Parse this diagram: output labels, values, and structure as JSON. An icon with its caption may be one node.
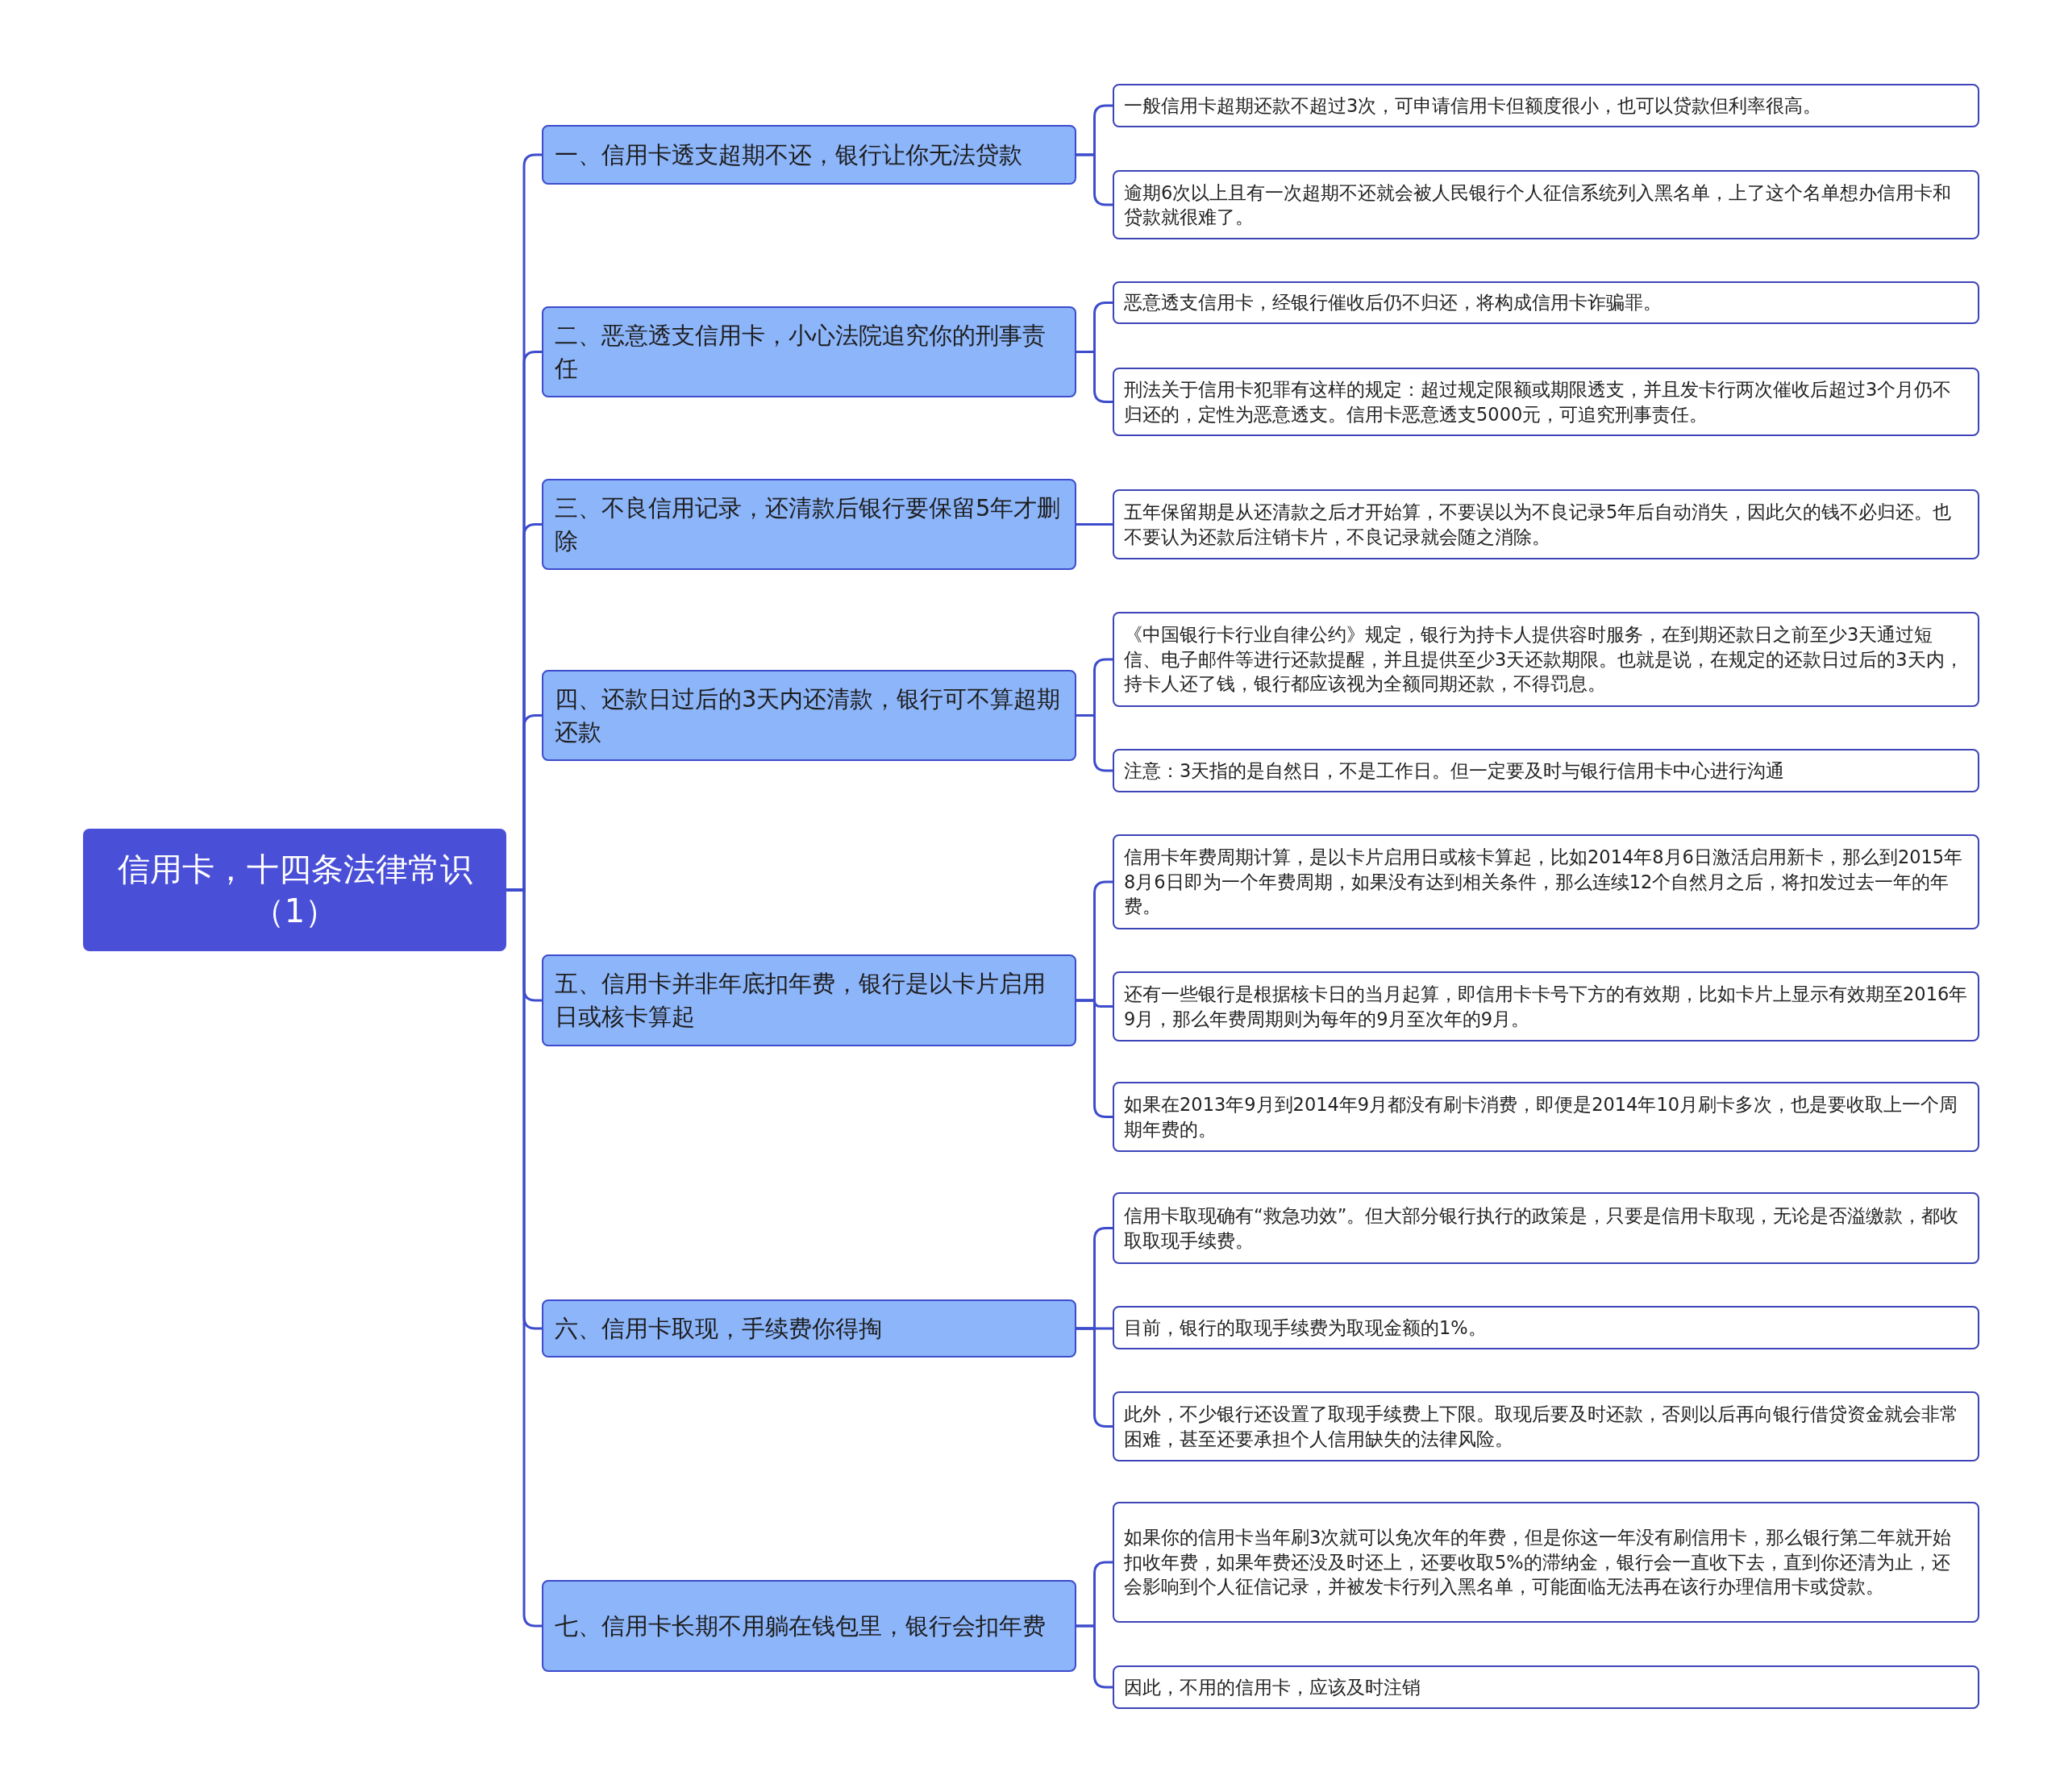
{
  "diagram": {
    "nodes": [
      {
        "text": [
          "信用卡，十四条法律常识（1）"
        ]
      },
      {
        "text": [
          "一、信用卡透支超期不还，银行让你无法贷款"
        ]
      },
      {
        "text": [
          "一般信用卡超期还款不超过3次，可申请信用卡但额度很小，也可以贷款但利率很高。"
        ]
      },
      {
        "text": [
          "逾期6次以上且有一次超期不还就会被人民银行个人征信系统列入黑名单，上了这个名单想办信用卡和贷款就很难了。"
        ]
      },
      {
        "text": [
          "二、恶意透支信用卡，小心法院追究你的刑事责任"
        ]
      },
      {
        "text": [
          "恶意透支信用卡，经银行催收后仍不归还，将构成信用卡诈骗罪。"
        ]
      },
      {
        "text": [
          "刑法关于信用卡犯罪有这样的规定：超过规定限额或期限透支，并且发卡行两次催收后超过3个月仍不归还的，定性为恶意透支。信用卡恶意透支5000元，可追究刑事责任。"
        ]
      },
      {
        "text": [
          "三、不良信用记录，还清款后银行要保留5年才删除"
        ]
      },
      {
        "text": [
          "五年保留期是从还清款之后才开始算，不要误以为不良记录5年后自动消失，因此欠的钱不必归还。也不要认为还款后注销卡片，不良记录就会随之消除。"
        ]
      },
      {
        "text": [
          "四、还款日过后的3天内还清款，银行可不算超期还款"
        ]
      },
      {
        "text": [
          "《中国银行卡行业自律公约》规定，银行为持卡人提供容时服务，在到期还款日之前至少3天通过短信、电子邮件等进行还款提醒，并且提供至少3天还款期限。也就是说，在规定的还款日过后的3天内，持卡人还了钱，银行都应该视为全额同期还款，不得罚息。"
        ]
      },
      {
        "text": [
          "注意：3天指的是自然日，不是工作日。但一定要及时与银行信用卡中心进行沟通"
        ]
      },
      {
        "text": [
          "五、信用卡并非年底扣年费，银行是以卡片启用日或核卡算起"
        ]
      },
      {
        "text": [
          "信用卡年费周期计算，是以卡片启用日或核卡算起，比如2014年8月6日激活启用新卡，那么到2015年8月6日即为一个年费周期，如果没有达到相关条件，那么连续12个自然月之后，将扣发过去一年的年费。"
        ]
      },
      {
        "text": [
          "还有一些银行是根据核卡日的当月起算，即信用卡卡号下方的有效期，比如卡片上显示有效期至2016年9月，那么年费周期则为每年的9月至次年的9月。"
        ]
      },
      {
        "text": [
          "如果在2013年9月到2014年9月都没有刷卡消费，即便是2014年10月刷卡多次，也是要收取上一个周期年费的。"
        ]
      },
      {
        "text": [
          "六、信用卡取现，手续费你得掏"
        ]
      },
      {
        "text": [
          "信用卡取现确有“救急功效”。但大部分银行执行的政策是，只要是信用卡取现，无论是否溢缴款，都收取取现手续费。"
        ]
      },
      {
        "text": [
          "目前，银行的取现手续费为取现金额的1%。"
        ]
      },
      {
        "text": [
          "此外，不少银行还设置了取现手续费上下限。取现后要及时还款，否则以后再向银行借贷资金就会非常困难，甚至还要承担个人信用缺失的法律风险。"
        ]
      },
      {
        "text": [
          "七、信用卡长期不用躺在钱包里，银行会扣年费"
        ]
      },
      {
        "text": [
          "如果你的信用卡当年刷3次就可以免次年的年费，但是你这一年没有刷信用卡，那么银行第二年就开始扣收年费，如果年费还没及时还上，还要收取5%的滞纳金，银行会一直收下去，直到你还清为止，还会影响到个人征信记录，并被发卡行列入黑名单，可能面临无法再在该行办理信用卡或贷款。"
        ]
      },
      {
        "text": [
          "因此，不用的信用卡，应该及时注销"
        ]
      }
    ],
    "edges": [
      {
        "from": 0,
        "to": 1,
        "arrow": "none"
      },
      {
        "from": 0,
        "to": 4,
        "arrow": "none"
      },
      {
        "from": 0,
        "to": 7,
        "arrow": "none"
      },
      {
        "from": 0,
        "to": 9,
        "arrow": "none"
      },
      {
        "from": 0,
        "to": 12,
        "arrow": "none"
      },
      {
        "from": 0,
        "to": 16,
        "arrow": "none"
      },
      {
        "from": 0,
        "to": 20,
        "arrow": "none"
      },
      {
        "from": 1,
        "to": 2,
        "arrow": "none"
      },
      {
        "from": 1,
        "to": 3,
        "arrow": "none"
      },
      {
        "from": 4,
        "to": 5,
        "arrow": "none"
      },
      {
        "from": 4,
        "to": 6,
        "arrow": "none"
      },
      {
        "from": 7,
        "to": 8,
        "arrow": "none"
      },
      {
        "from": 9,
        "to": 10,
        "arrow": "none"
      },
      {
        "from": 9,
        "to": 11,
        "arrow": "none"
      },
      {
        "from": 12,
        "to": 13,
        "arrow": "none"
      },
      {
        "from": 12,
        "to": 14,
        "arrow": "none"
      },
      {
        "from": 12,
        "to": 15,
        "arrow": "none"
      },
      {
        "from": 16,
        "to": 17,
        "arrow": "none"
      },
      {
        "from": 16,
        "to": 18,
        "arrow": "none"
      },
      {
        "from": 16,
        "to": 19,
        "arrow": "none"
      },
      {
        "from": 20,
        "to": 21,
        "arrow": "none"
      },
      {
        "from": 20,
        "to": 22,
        "arrow": "none"
      }
    ]
  }
}
